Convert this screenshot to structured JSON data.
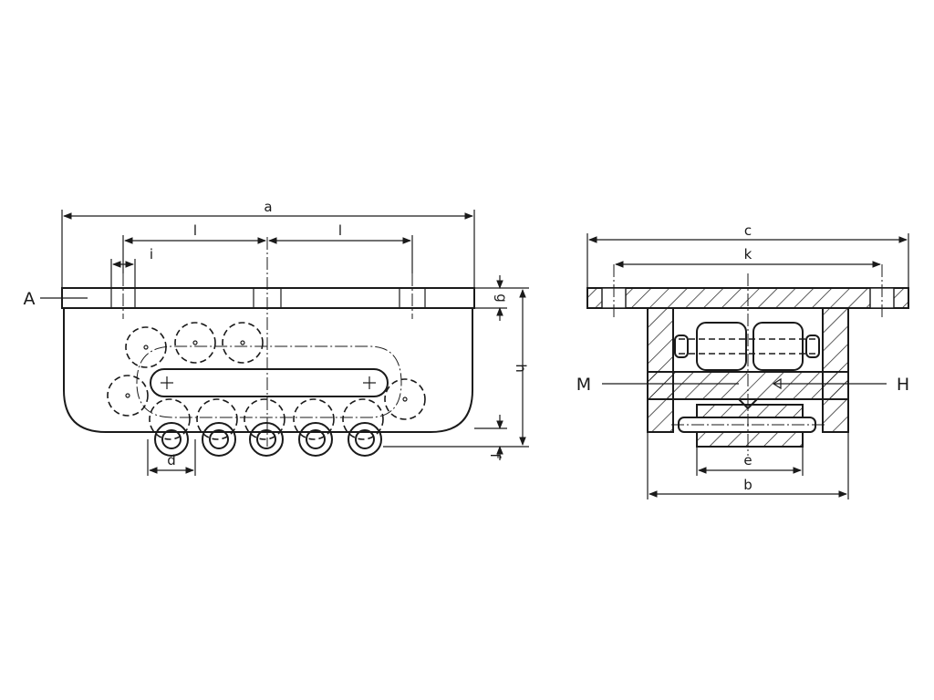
{
  "side_view": {
    "dimensions": {
      "a": "a",
      "l_left": "l",
      "l_right": "l",
      "i": "i",
      "g": "g",
      "h": "h",
      "f": "f",
      "d": "d"
    },
    "callouts": {
      "A": "A"
    }
  },
  "section_view": {
    "dimensions": {
      "c": "c",
      "k": "k",
      "e": "e",
      "b": "b"
    },
    "callouts": {
      "M": "M",
      "H": "H"
    }
  },
  "colors": {
    "line": "#1a1a1a",
    "background": "#ffffff"
  }
}
